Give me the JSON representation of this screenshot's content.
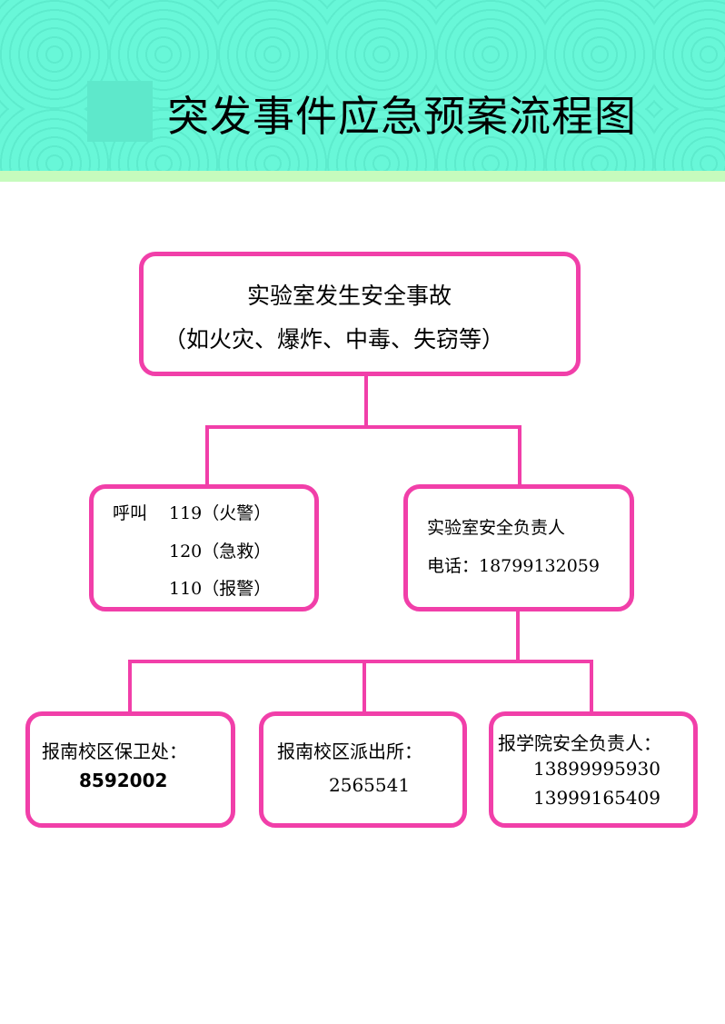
{
  "title": "突发事件应急预案流程图",
  "colors": {
    "header": "#68f7d8",
    "stripe": "#c6fbbd",
    "border": "#f13fa9"
  },
  "top_box": {
    "line1": "实验室发生安全事故",
    "line2": "（如火灾、爆炸、中毒、失窃等）"
  },
  "call_box": {
    "prefix": "呼叫",
    "items": [
      "119（火警）",
      "120（急救）",
      "110（报警）"
    ]
  },
  "lab_box": {
    "line1": "实验室安全负责人",
    "line2": "电话：18799132059"
  },
  "bottom_boxes": [
    {
      "label": "报南校区保卫处：",
      "phones": [
        "8592002"
      ]
    },
    {
      "label": "报南校区派出所：",
      "phones": [
        "2565541"
      ]
    },
    {
      "label": "报学院安全负责人：",
      "phones": [
        "13899995930",
        "13999165409"
      ]
    }
  ]
}
